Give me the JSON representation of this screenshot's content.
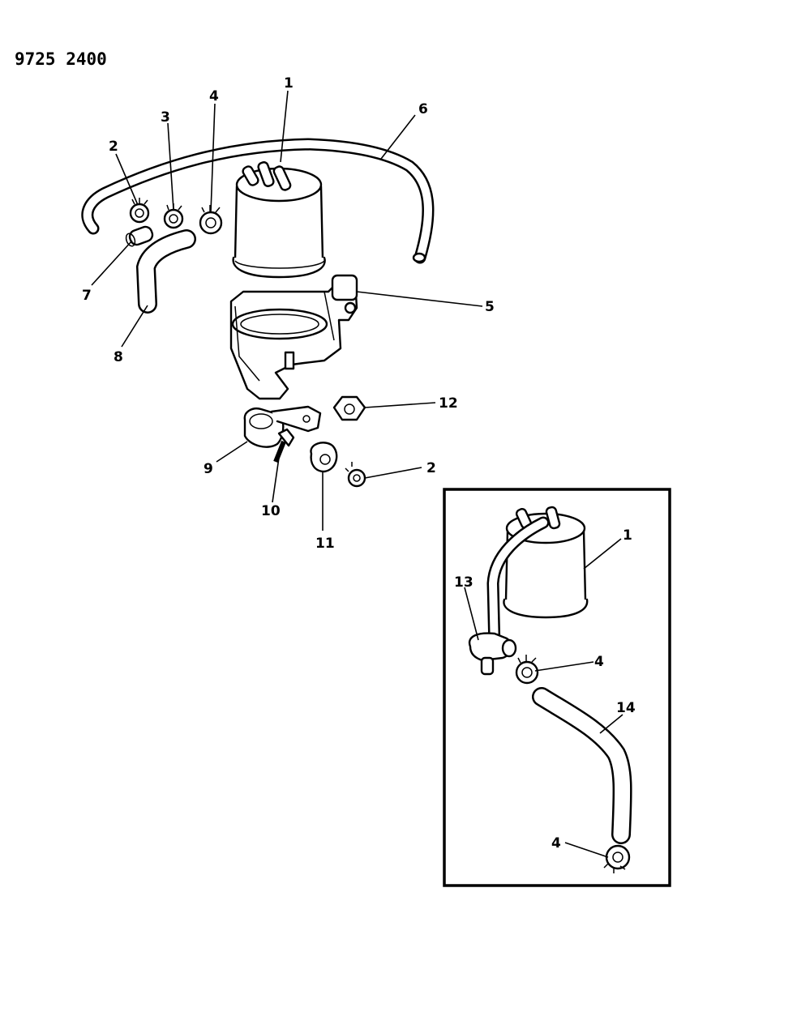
{
  "diagram": {
    "code": "9725 2400",
    "labels": {
      "l1": "1",
      "l2": "2",
      "l3": "3",
      "l4": "4",
      "l5": "5",
      "l6": "6",
      "l7": "7",
      "l8": "8",
      "l9": "9",
      "l10": "10",
      "l11": "11",
      "l12": "12",
      "l2b": "2",
      "inset_1": "1",
      "inset_13": "13",
      "inset_4a": "4",
      "inset_14": "14",
      "inset_4b": "4"
    }
  }
}
